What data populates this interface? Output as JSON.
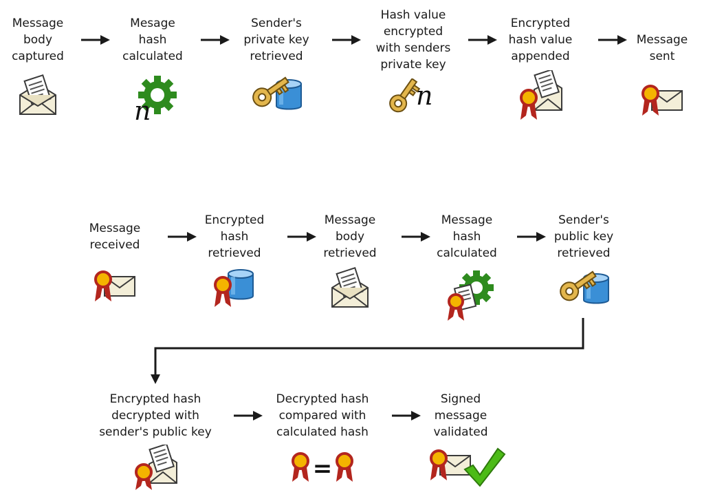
{
  "row1": [
    {
      "label": "Message\nbody\ncaptured",
      "icon": "envelope-document-icon"
    },
    {
      "label": "Mesage\nhash\ncalculated",
      "icon": "gear-hash-icon"
    },
    {
      "label": "Sender's\nprivate key\nretrieved",
      "icon": "key-database-icon"
    },
    {
      "label": "Hash value\nencrypted\nwith senders\nprivate key",
      "icon": "key-hash-icon"
    },
    {
      "label": "Encrypted\nhash value\nappended",
      "icon": "ribbon-document-icon"
    },
    {
      "label": "Message\nsent",
      "icon": "ribbon-envelope-icon"
    }
  ],
  "row2": [
    {
      "label": "Message\nreceived",
      "icon": "ribbon-envelope-icon"
    },
    {
      "label": "Encrypted\nhash\nretrieved",
      "icon": "ribbon-database-icon"
    },
    {
      "label": "Message\nbody\nretrieved",
      "icon": "envelope-document-icon"
    },
    {
      "label": "Message\nhash\ncalculated",
      "icon": "ribbon-document-gear-icon"
    },
    {
      "label": "Sender's\npublic key\nretrieved",
      "icon": "key-database-icon"
    }
  ],
  "row3": [
    {
      "label": "Encrypted hash\ndecrypted with\nsender's public key",
      "icon": "ribbon-envelope-document-icon"
    },
    {
      "label": "Decrypted hash\ncompared with\ncalculated hash",
      "icon": "ribbon-equals-ribbon-icon"
    },
    {
      "label": "Signed\nmessage\nvalidated",
      "icon": "ribbon-envelope-check-icon"
    }
  ],
  "glyphs": {
    "hash_symbol": "n",
    "equals": "="
  },
  "colors": {
    "ribbon_red": "#b3261e",
    "seal_gold": "#f4b400",
    "key_gold": "#e3b64c",
    "gear_green": "#2e8b1e",
    "db_blue": "#3a8fd6",
    "check_green": "#4cbb17",
    "arrow": "#1a1a1a"
  }
}
